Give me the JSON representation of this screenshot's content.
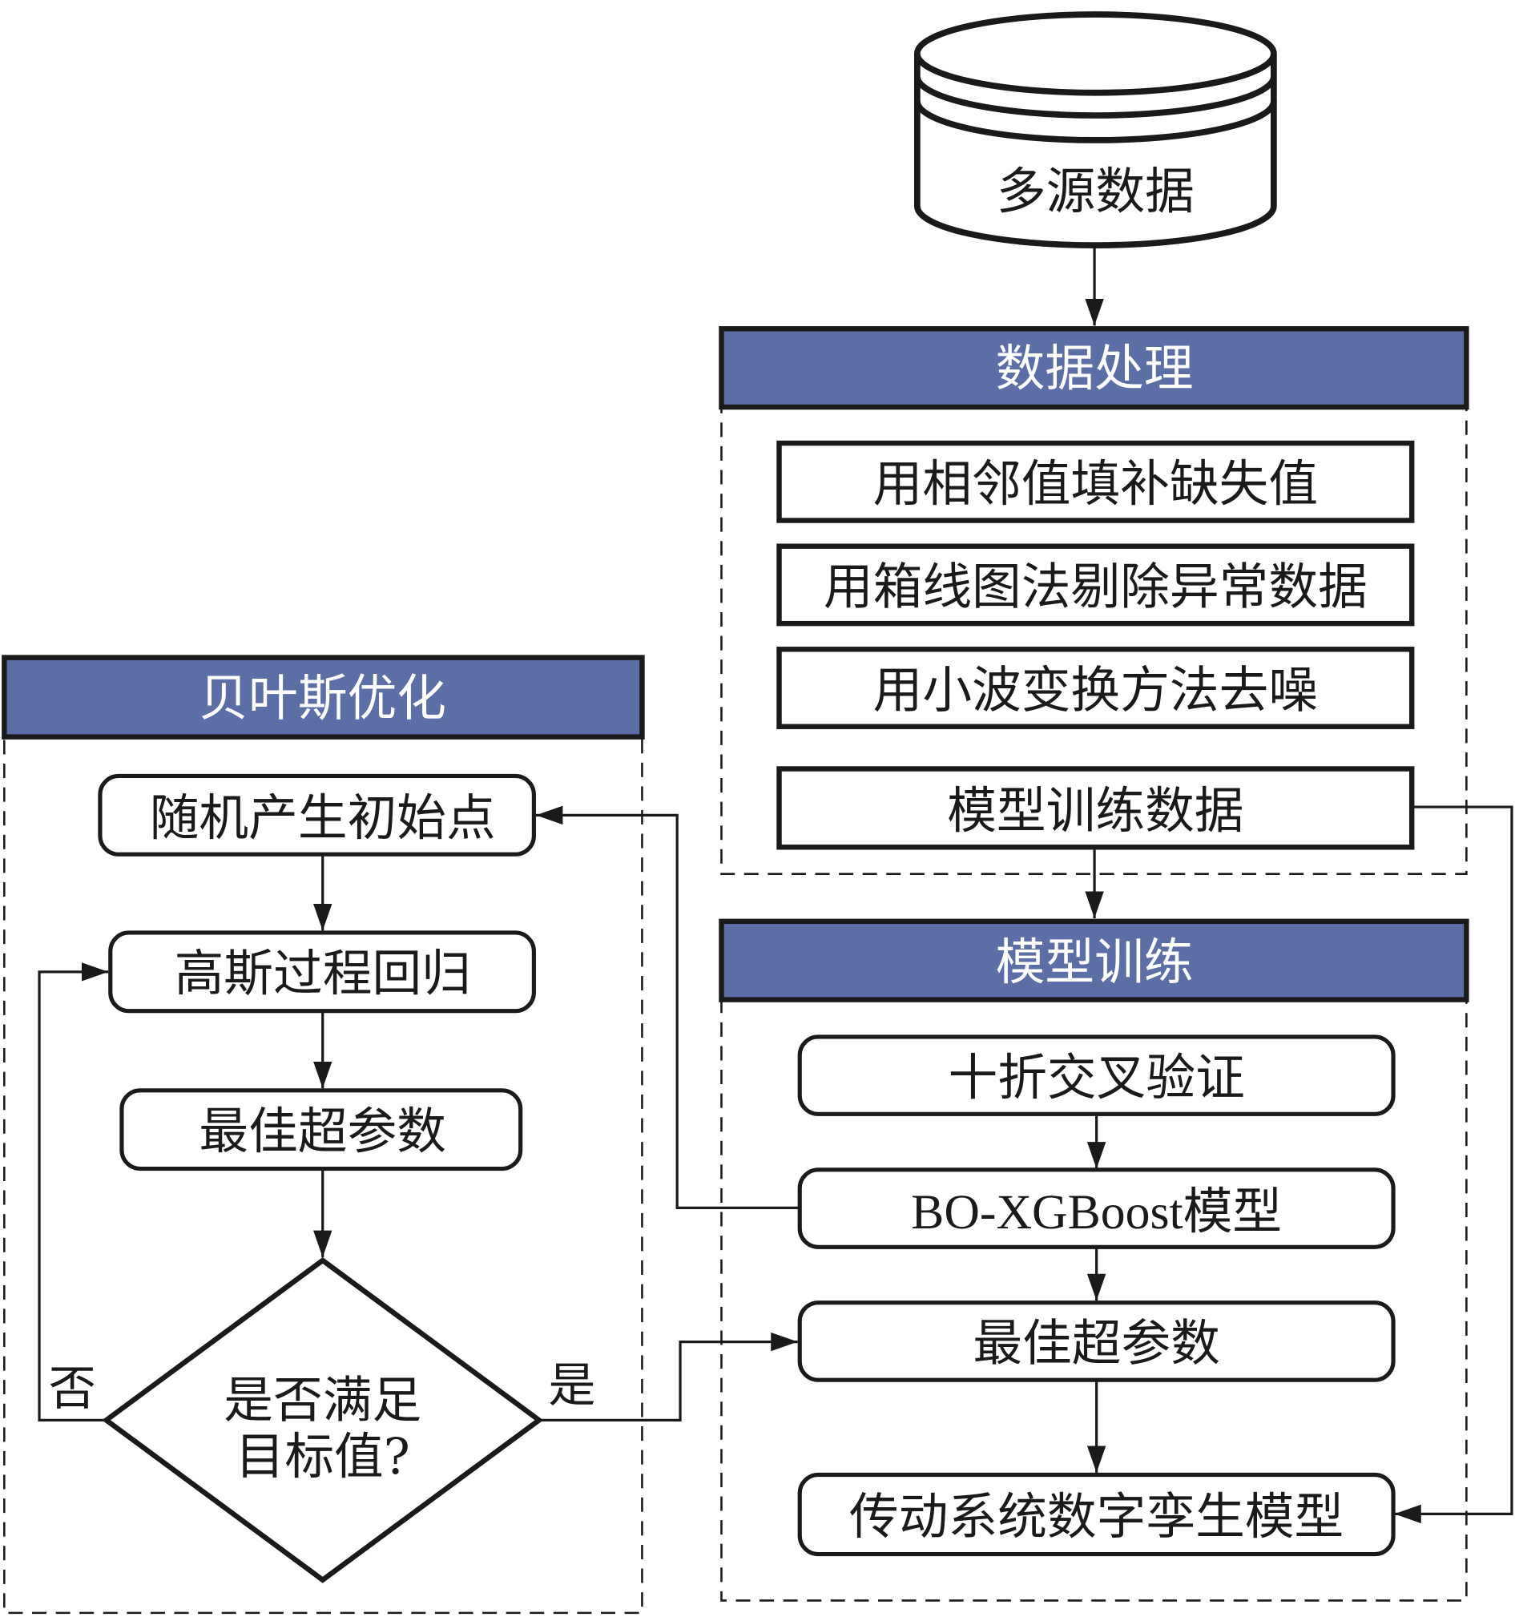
{
  "colors": {
    "header_fill": "#5b6ea6",
    "stroke": "#1a1a1a",
    "background": "#ffffff"
  },
  "database": {
    "label": "多源数据"
  },
  "data_processing": {
    "title": "数据处理",
    "steps": [
      "用相邻值填补缺失值",
      "用箱线图法剔除异常数据",
      "用小波变换方法去噪"
    ],
    "output": "模型训练数据"
  },
  "model_training": {
    "title": "模型训练",
    "steps": [
      "十折交叉验证",
      "BO-XGBoost模型",
      "最佳超参数",
      "传动系统数字孪生模型"
    ]
  },
  "bayesian_optimization": {
    "title": "贝叶斯优化",
    "steps": [
      "随机产生初始点",
      "高斯过程回归",
      "最佳超参数"
    ],
    "decision": {
      "line1": "是否满足",
      "line2": "目标值?"
    },
    "yes_label": "是",
    "no_label": "否"
  }
}
